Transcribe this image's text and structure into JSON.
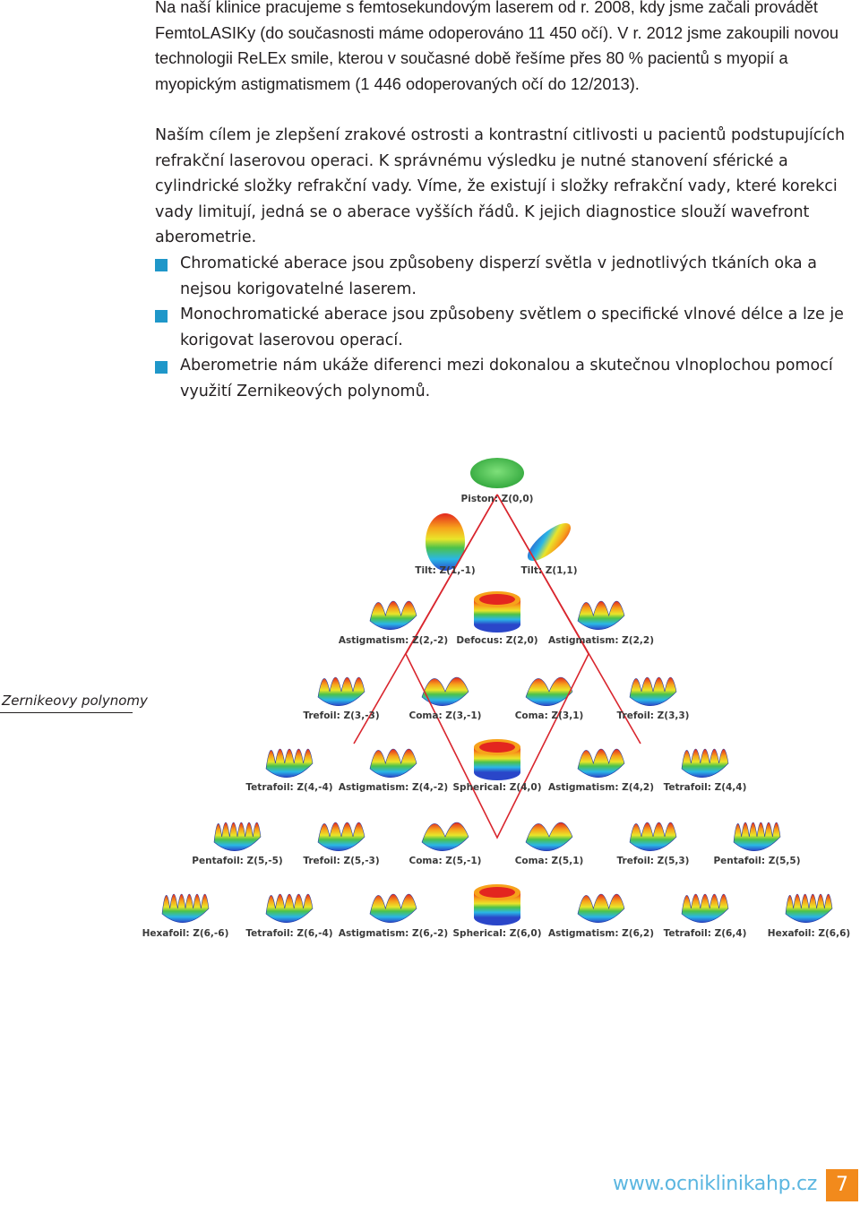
{
  "paragraphs": [
    "Na naší klinice pracujeme s femtosekundovým laserem od r. 2008, kdy jsme začali provádět FemtoLASIKy (do současnosti máme odoperováno 11 450 očí). V r. 2012 jsme zakoupili novou technologii ReLEx smile, kterou v současné době řešíme přes 80 % pacientů s myopií a myopickým astigmatismem (1 446 odoperovaných očí do 12/2013).",
    "Naším cílem je zlepšení zrakové ostrosti a kontrastní citlivosti u pacientů podstupujících refrakční laserovou operaci. K správnému výsledku je nutné stanovení sférické a cylindrické složky refrakční vady. Víme, že existují i složky refrakční vady, které korekci vady limitují, jedná se o aberace vyšších řádů. K jejich diagnostice slouží wavefront aberometrie."
  ],
  "bullets": [
    "Chromatické aberace jsou způsobeny disperzí světla v jednotlivých tkáních oka a nejsou korigovatelné laserem.",
    "Monochromatické aberace jsou způsobeny světlem o specifické vlnové délce a lze je korigovat laserovou operací.",
    "Aberometrie nám ukáže diferenci mezi dokonalou a skutečnou vlnoplochou pomocí využití Zernikeových polynomů."
  ],
  "figure": {
    "caption": "Zernikeovy polynomy",
    "rows": [
      [
        "Piston: Z(0,0)"
      ],
      [
        "Tilt: Z(1,-1)",
        "Tilt: Z(1,1)"
      ],
      [
        "Astigmatism: Z(2,-2)",
        "Defocus: Z(2,0)",
        "Astigmatism: Z(2,2)"
      ],
      [
        "Trefoil: Z(3,-3)",
        "Coma: Z(3,-1)",
        "Coma: Z(3,1)",
        "Trefoil: Z(3,3)"
      ],
      [
        "Tetrafoil: Z(4,-4)",
        "Astigmatism: Z(4,-2)",
        "Spherical: Z(4,0)",
        "Astigmatism: Z(4,2)",
        "Tetrafoil: Z(4,4)"
      ],
      [
        "Pentafoil: Z(5,-5)",
        "Trefoil: Z(5,-3)",
        "Coma: Z(5,-1)",
        "Coma: Z(5,1)",
        "Trefoil: Z(5,3)",
        "Pentafoil: Z(5,5)"
      ],
      [
        "Hexafoil: Z(6,-6)",
        "Tetrafoil: Z(6,-4)",
        "Astigmatism: Z(6,-2)",
        "Spherical: Z(6,0)",
        "Astigmatism: Z(6,2)",
        "Tetrafoil: Z(6,4)",
        "Hexafoil: Z(6,6)"
      ]
    ]
  },
  "footer": {
    "website": "www.ocniklinikahp.cz",
    "page_number": "7"
  },
  "colors": {
    "bullet": "#1f97c9",
    "website": "#5bb6e0",
    "page_box": "#f28a1c",
    "pyramid_lines": "#d9262e"
  }
}
